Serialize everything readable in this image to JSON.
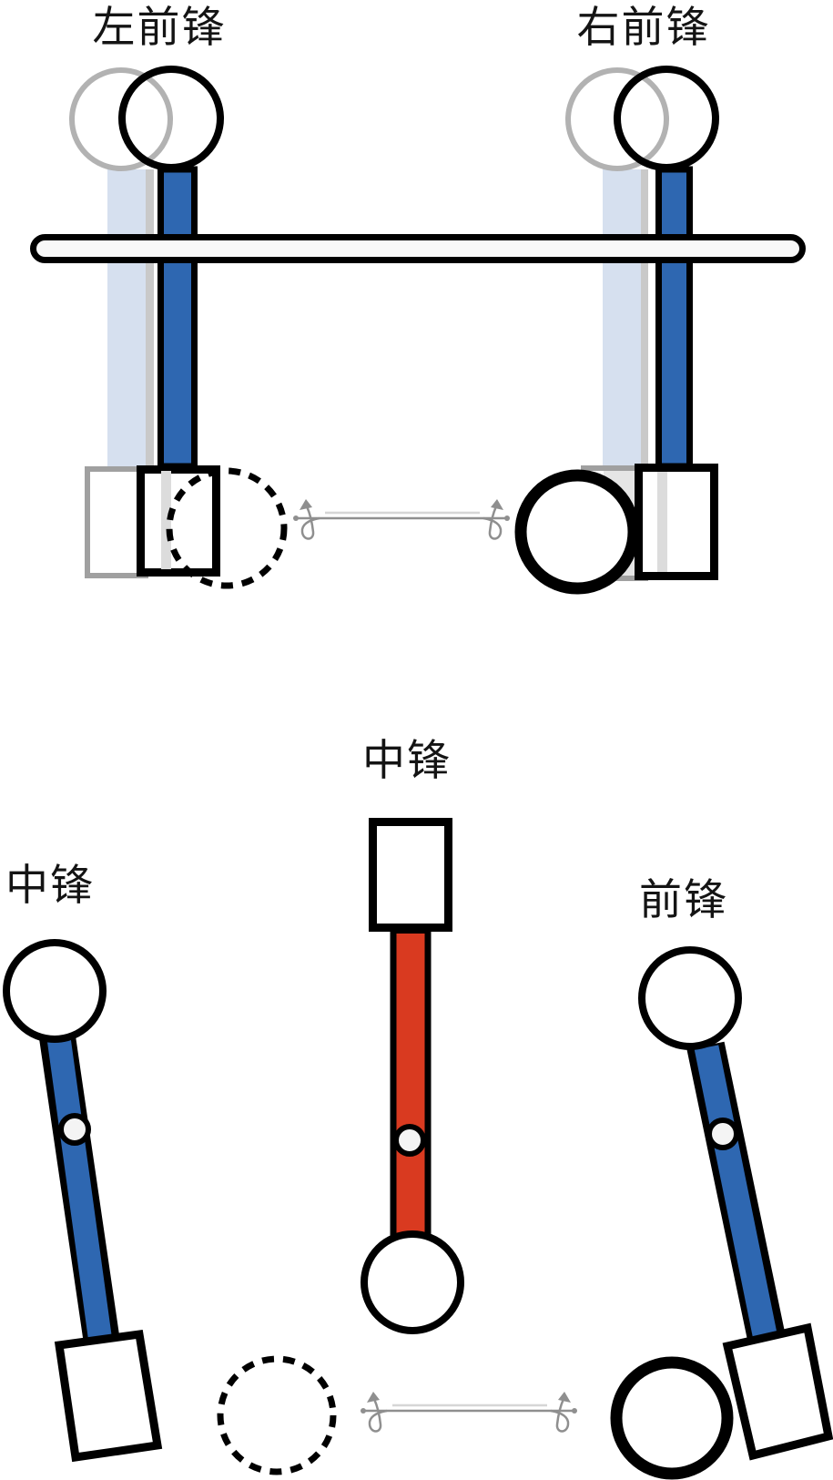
{
  "diagram": {
    "background": "#ffffff",
    "colors": {
      "rod_blue": "#2e67b1",
      "rod_red": "#d93a20",
      "ghost_rod_blue": "#d6e0ef",
      "ghost_stroke": "#b2b2b2",
      "ghost_square_stroke": "#a0a0a0",
      "bar_fill": "#f8f8f8",
      "pivot_fill": "#f4f4f4",
      "arrow_gray": "#8f8f8f",
      "outline_black": "#000000"
    },
    "top_row": {
      "figures": [
        {
          "label": "左前锋",
          "rod_color": "#2e67b1",
          "ghost": true,
          "ball": "dashed"
        },
        {
          "label": "右前锋",
          "rod_color": "#2e67b1",
          "ghost": true,
          "ball": "solid"
        }
      ],
      "crossbar": true,
      "motion_arrow": "double-ended-curl"
    },
    "bottom_row": {
      "figures": [
        {
          "label": "中锋",
          "rod_color": "#2e67b1",
          "orientation": "upright-tilted",
          "pivot_dot": true
        },
        {
          "label": "中锋",
          "rod_color": "#d93a20",
          "orientation": "inverted",
          "pivot_dot": true
        },
        {
          "label": "前锋",
          "rod_color": "#2e67b1",
          "orientation": "upright-tilted",
          "pivot_dot": true,
          "ball": "solid"
        }
      ],
      "dashed_ball": true,
      "motion_arrow": "double-ended-curl"
    }
  }
}
